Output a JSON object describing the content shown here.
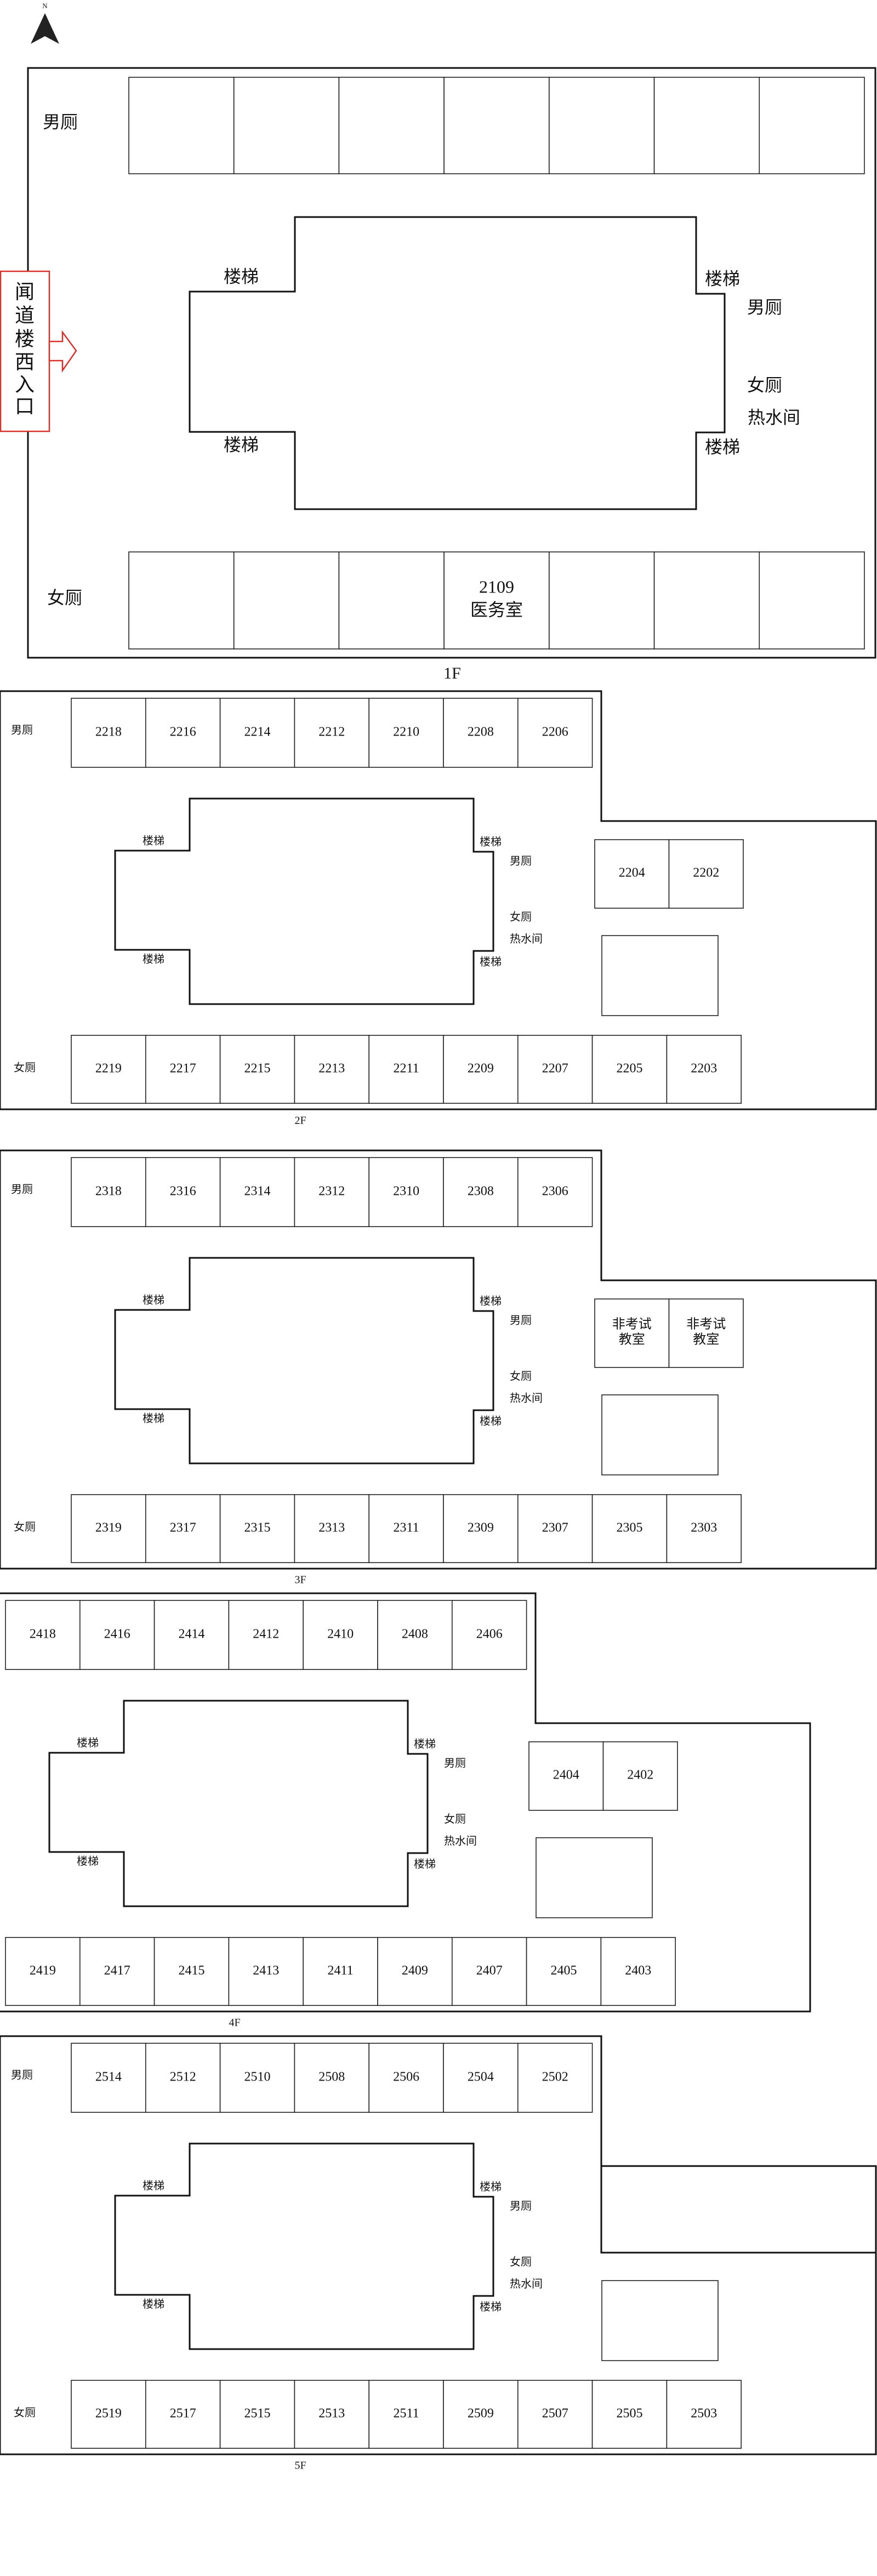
{
  "compass": {
    "label": "N"
  },
  "colors": {
    "entrance": "#d8302a",
    "line": "#111111"
  },
  "floor1": {
    "label": "1F",
    "entrance_chars": [
      "闻",
      "道",
      "楼",
      "西",
      "入",
      "口"
    ],
    "mens": "男厕",
    "womens": "女厕",
    "stairs": "楼梯",
    "hot_water": "热水间",
    "clinic_number": "2109",
    "clinic_name": "医务室"
  },
  "floors": [
    {
      "label": "2F",
      "stairs": "楼梯",
      "left_labels": {
        "mens": "男厕",
        "womens": "女厕"
      },
      "right_labels": {
        "mens": "男厕",
        "womens": "女厕",
        "hot_water": "热水间"
      },
      "top_rooms": [
        "2218",
        "2216",
        "2214",
        "2212",
        "2210",
        "2208",
        "2206"
      ],
      "bottom_rooms": [
        "2219",
        "2217",
        "2215",
        "2213",
        "2211",
        "2209",
        "2207",
        "2205",
        "2203"
      ],
      "right_rooms": [
        [
          "2204"
        ],
        [
          "2202"
        ]
      ]
    },
    {
      "label": "3F",
      "stairs": "楼梯",
      "left_labels": {
        "mens": "男厕",
        "womens": "女厕"
      },
      "right_labels": {
        "mens": "男厕",
        "womens": "女厕",
        "hot_water": "热水间"
      },
      "top_rooms": [
        "2318",
        "2316",
        "2314",
        "2312",
        "2310",
        "2308",
        "2306"
      ],
      "bottom_rooms": [
        "2319",
        "2317",
        "2315",
        "2313",
        "2311",
        "2309",
        "2307",
        "2305",
        "2303"
      ],
      "right_rooms": [
        [
          "非考试",
          "教室"
        ],
        [
          "非考试",
          "教室"
        ]
      ]
    },
    {
      "label": "4F",
      "stairs": "楼梯",
      "right_labels": {
        "mens": "男厕",
        "womens": "女厕",
        "hot_water": "热水间"
      },
      "top_rooms": [
        "2418",
        "2416",
        "2414",
        "2412",
        "2410",
        "2408",
        "2406"
      ],
      "bottom_rooms": [
        "2419",
        "2417",
        "2415",
        "2413",
        "2411",
        "2409",
        "2407",
        "2405",
        "2403"
      ],
      "right_rooms": [
        [
          "2404"
        ],
        [
          "2402"
        ]
      ]
    },
    {
      "label": "5F",
      "stairs": "楼梯",
      "left_labels": {
        "mens": "男厕",
        "womens": "女厕"
      },
      "right_labels": {
        "mens": "男厕",
        "womens": "女厕",
        "hot_water": "热水间"
      },
      "top_rooms": [
        "2514",
        "2512",
        "2510",
        "2508",
        "2506",
        "2504",
        "2502"
      ],
      "bottom_rooms": [
        "2519",
        "2517",
        "2515",
        "2513",
        "2511",
        "2509",
        "2507",
        "2505",
        "2503"
      ],
      "right_rooms": []
    }
  ]
}
